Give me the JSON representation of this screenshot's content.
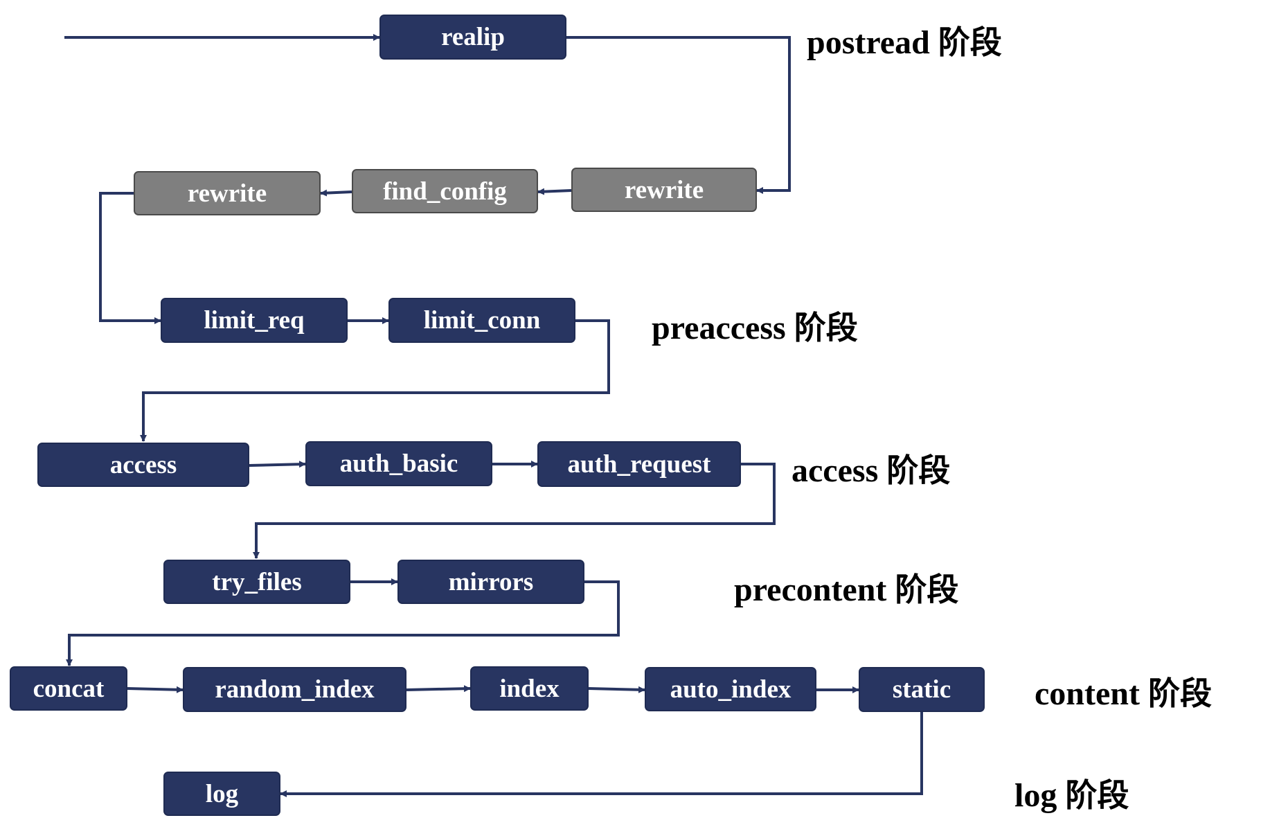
{
  "nodes": {
    "realip": "realip",
    "rewrite_server": "rewrite",
    "find_config": "find_config",
    "rewrite_location": "rewrite",
    "limit_req": "limit_req",
    "limit_conn": "limit_conn",
    "access": "access",
    "auth_basic": "auth_basic",
    "auth_request": "auth_request",
    "try_files": "try_files",
    "mirrors": "mirrors",
    "concat": "concat",
    "random_index": "random_index",
    "index": "index",
    "auto_index": "auto_index",
    "static": "static",
    "log": "log"
  },
  "phases": {
    "postread": {
      "name": "postread",
      "suffix": "阶段"
    },
    "preaccess": {
      "name": "preaccess",
      "suffix": "阶段"
    },
    "access": {
      "name": "access",
      "suffix": "阶段"
    },
    "precontent": {
      "name": "precontent",
      "suffix": "阶段"
    },
    "content": {
      "name": "content",
      "suffix": "阶段"
    },
    "log": {
      "name": "log",
      "suffix": "阶段"
    }
  },
  "colors": {
    "module_box": "#283561",
    "rewrite_box": "#7f7f7f",
    "arrow": "#283561",
    "label_text": "#000000"
  }
}
